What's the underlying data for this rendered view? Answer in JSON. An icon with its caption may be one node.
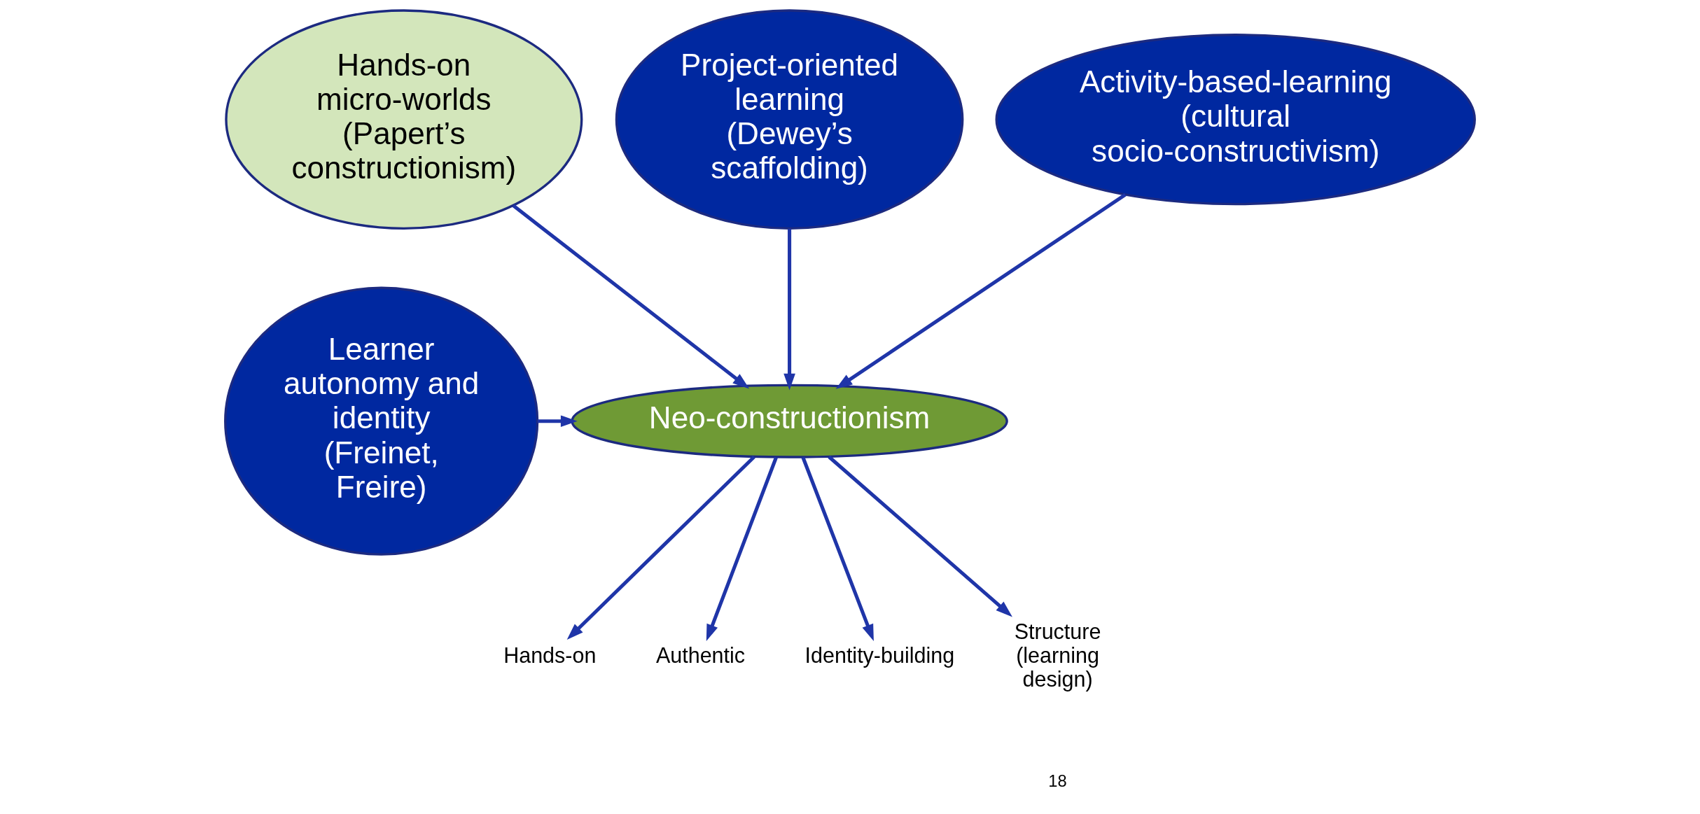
{
  "diagram": {
    "nodes": [
      {
        "text": [
          "Hands-on micro-worlds (Papert’s constructionism)"
        ]
      },
      {
        "text": [
          "Project-oriented learning (Dewey’s scaffolding)"
        ]
      },
      {
        "text": [
          "Activity-based-learning (cultural socio-constructivism)"
        ]
      },
      {
        "text": [
          "Neo-constructionism"
        ]
      },
      {
        "text": [
          "Learner autonomy and identity (Freinet, Freire)"
        ]
      },
      {
        "text": [
          "Hands-on"
        ]
      },
      {
        "text": [
          "Authentic"
        ]
      },
      {
        "text": [
          "Identity-building"
        ]
      },
      {
        "text": [
          "Structure (learning design)"
        ]
      }
    ],
    "edges": [
      {
        "from": 0,
        "to": 3,
        "arrow": "to"
      },
      {
        "from": 1,
        "to": 3,
        "arrow": "to"
      },
      {
        "from": 2,
        "to": 3,
        "arrow": "to"
      },
      {
        "from": 4,
        "to": 3,
        "arrow": "to"
      },
      {
        "from": 3,
        "to": 5,
        "arrow": "to"
      },
      {
        "from": 3,
        "to": 6,
        "arrow": "to"
      },
      {
        "from": 3,
        "to": 7,
        "arrow": "to"
      },
      {
        "from": 3,
        "to": 8,
        "arrow": "to"
      }
    ],
    "labels": [
      "18"
    ]
  }
}
